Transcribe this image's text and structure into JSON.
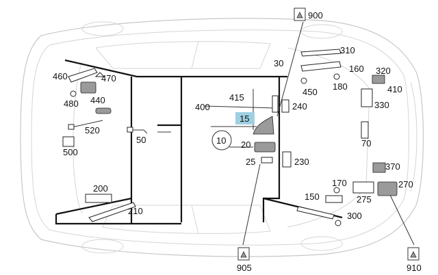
{
  "callouts": {
    "c900": "900",
    "c310": "310",
    "c30": "30",
    "c160": "160",
    "c320": "320",
    "c460": "460",
    "c470": "470",
    "c440": "440",
    "c480": "480",
    "c450": "450",
    "c180": "180",
    "c410": "410",
    "c415": "415",
    "c400": "400",
    "c240": "240",
    "c330": "330",
    "c15": "15",
    "c520": "520",
    "c10": "10",
    "c50": "50",
    "c20": "20",
    "c70": "70",
    "c500": "500",
    "c25": "25",
    "c230": "230",
    "c370": "370",
    "c170": "170",
    "c270": "270",
    "c200": "200",
    "c150": "150",
    "c275": "275",
    "c210": "210",
    "c300": "300",
    "c905": "905",
    "c910": "910"
  },
  "colors": {
    "highlight": "#9fcfe3",
    "harness": "#111111",
    "outline": "#c7c7c7"
  }
}
